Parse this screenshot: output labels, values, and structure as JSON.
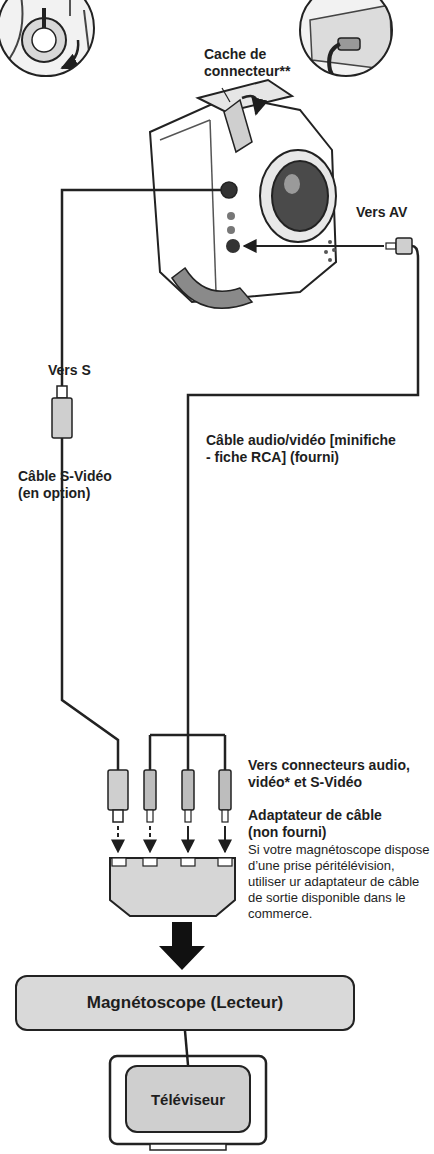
{
  "diagram": {
    "nodes": [
      {
        "text": [
          "Magnétoscope (Lecteur)"
        ]
      },
      {
        "text": [
          "Téléviseur"
        ]
      }
    ],
    "edges": [
      {
        "from": 0,
        "to": 1,
        "arrow": "none"
      }
    ],
    "labels": [
      "Cache de connecteur**",
      "Vers AV",
      "Vers S",
      "Câble audio/vidéo [minifiche - fiche RCA] (fourni)",
      "Câble S-Vidéo (en option)",
      "Vers connecteurs audio, vidéo* et S-Vidéo",
      "Adaptateur de câble (non fourni)",
      "Si votre magnétoscope dispose d’une prise péritélévision, utiliser ur adaptateur de câble de sortie disponible dans le commerce."
    ]
  }
}
